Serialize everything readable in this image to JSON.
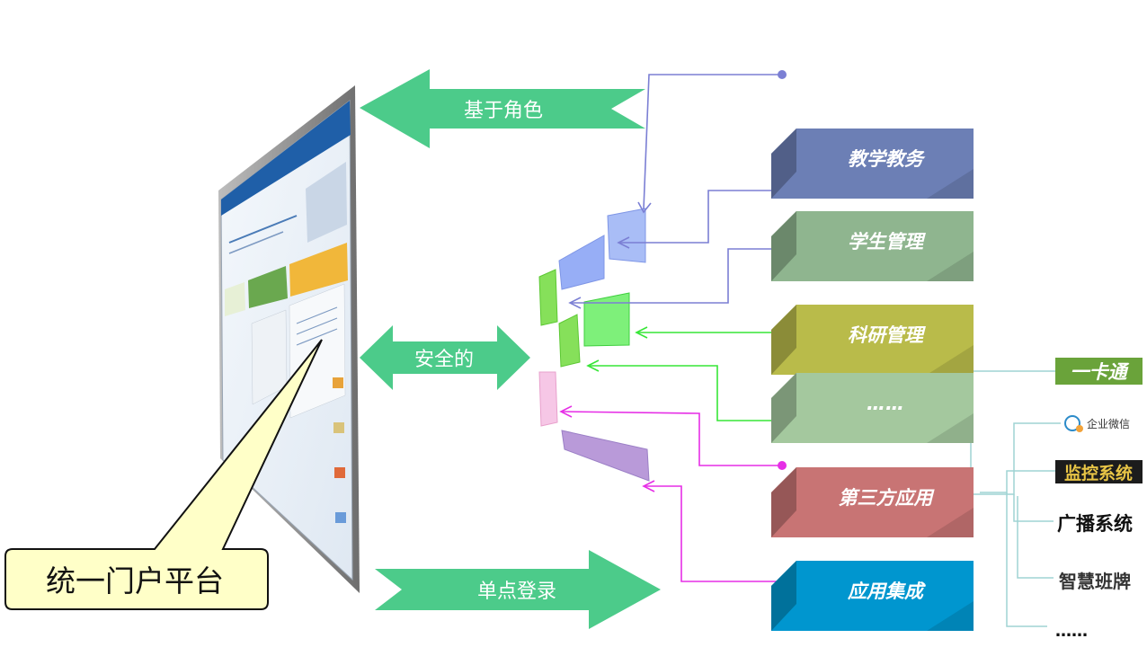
{
  "arrows": {
    "role_based": "基于角色",
    "secure": "安全的",
    "sso": "单点登录"
  },
  "portal_callout": "统一门户平台",
  "modules": [
    {
      "label": "教学教务",
      "color": "#6c7fb5"
    },
    {
      "label": "学生管理",
      "color": "#8fb58f"
    },
    {
      "label": "科研管理",
      "color": "#b9bb4a"
    },
    {
      "label": "……",
      "color": "#a4c89e"
    },
    {
      "label": "第三方应用",
      "color": "#c87474"
    },
    {
      "label": "应用集成",
      "color": "#0096cf"
    }
  ],
  "third_party": [
    {
      "label": "一卡通",
      "style": "logo-green"
    },
    {
      "label": "企业微信",
      "style": "logo-small"
    },
    {
      "label": "监控系统",
      "style": "logo-gold"
    },
    {
      "label": "广播系统",
      "style": "plain"
    },
    {
      "label": "智慧班牌",
      "style": "plain"
    },
    {
      "label": "……",
      "style": "plain"
    }
  ],
  "colors": {
    "arrow_green": "#4ccb8a",
    "blue_line": "#7b7fd4",
    "green_line": "#37e637",
    "magenta_line": "#e62ee6",
    "teal_line": "#9fd3d3",
    "callout_fill": "#ffffc8"
  }
}
